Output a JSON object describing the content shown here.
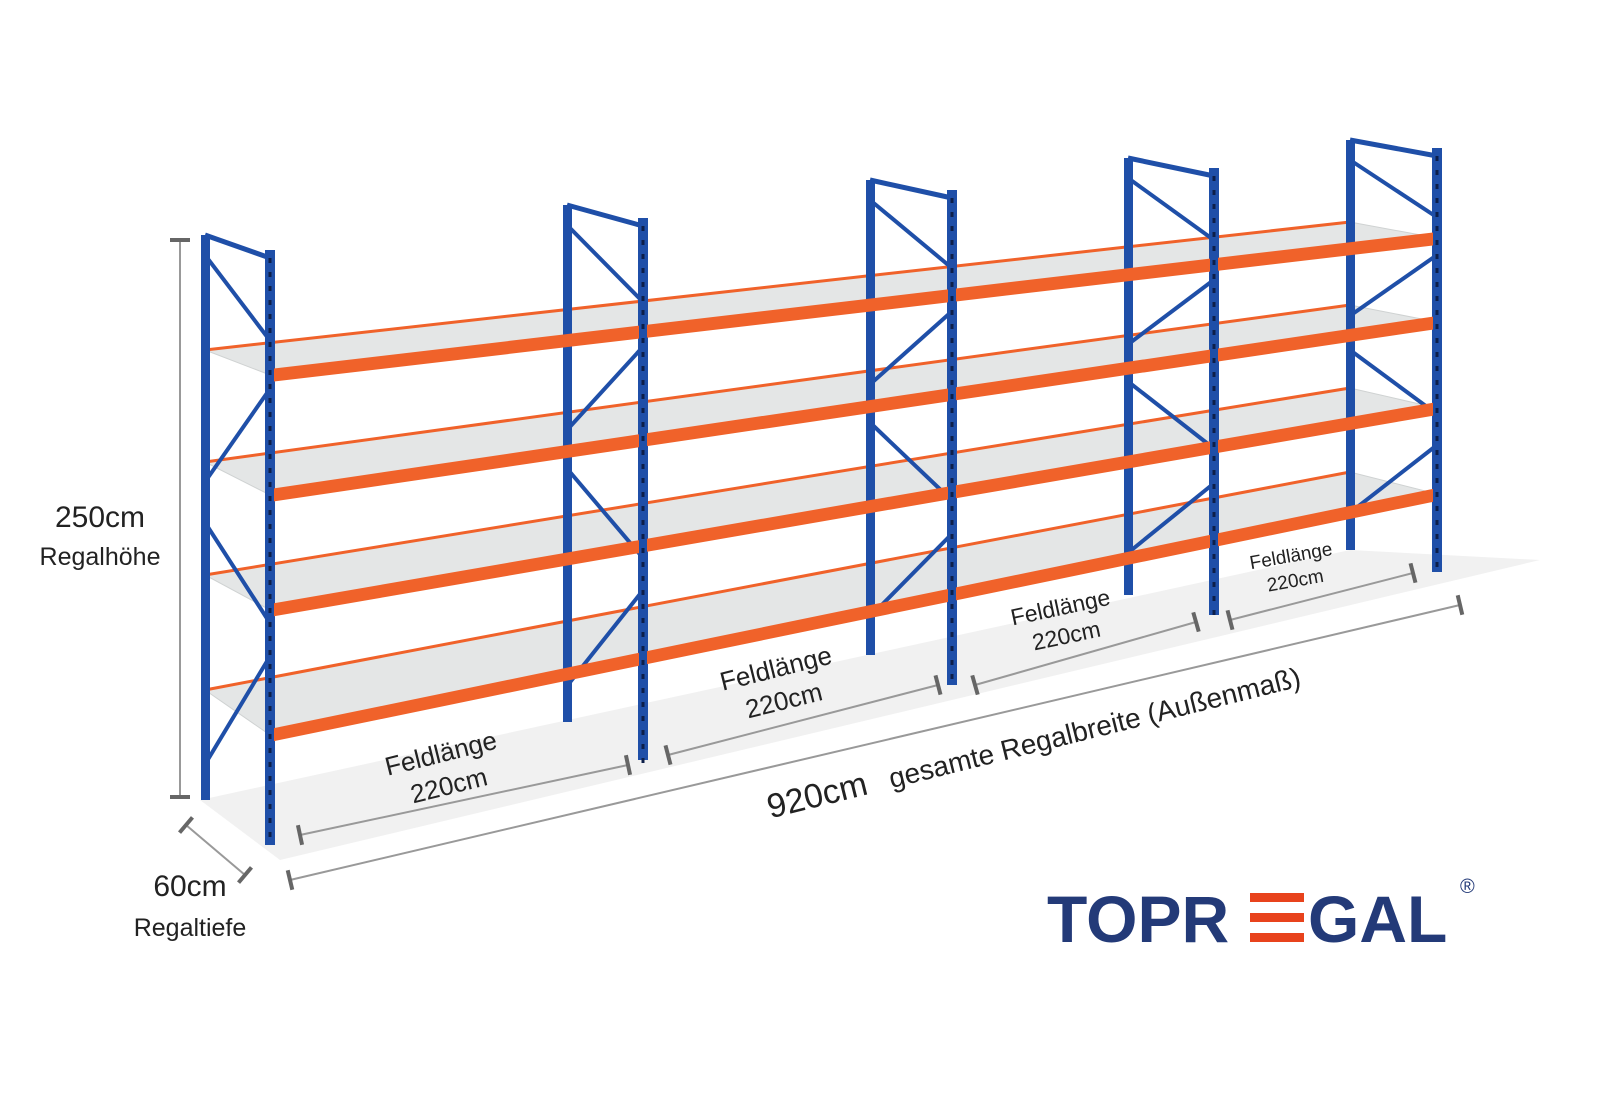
{
  "dimensions": {
    "height_value": "250cm",
    "height_label": "Regalhöhe",
    "depth_value": "60cm",
    "depth_label": "Regaltiefe",
    "total_width_value": "920cm",
    "total_width_label": "gesamte Regalbreite  (Außenmaß)",
    "fields": [
      {
        "label": "Feldlänge",
        "value": "220cm"
      },
      {
        "label": "Feldlänge",
        "value": "220cm"
      },
      {
        "label": "Feldlänge",
        "value": "220cm"
      },
      {
        "label": "Feldlänge",
        "value": "220cm"
      }
    ]
  },
  "logo": {
    "text": "TOPREGAL",
    "registered": "®"
  },
  "colors": {
    "upright": "#1f4fa8",
    "beam": "#f0622a",
    "shelf": "#e4e6e6",
    "logo": "#233a78",
    "logo_accent": "#e8431c"
  }
}
